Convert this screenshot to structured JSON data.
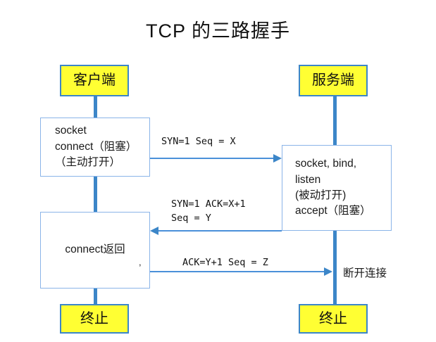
{
  "title": "TCP 的三路握手",
  "colors": {
    "accent_blue": "#3c86c8",
    "line_blue": "#4a90d9",
    "box_border": "#8ab4e8",
    "highlight_yellow": "#ffff33",
    "text": "#111111"
  },
  "client": {
    "header_label": "客户端",
    "state_1": "socket\nconnect（阻塞）\n（主动打开）",
    "state_2": "connect返回",
    "state_2_mark": ",",
    "footer_label": "终止"
  },
  "server": {
    "header_label": "服务端",
    "state_1": "socket, bind,\nlisten\n(被动打开)\naccept（阻塞）",
    "footer_label": "终止"
  },
  "messages": [
    {
      "id": "syn",
      "text": "SYN=1  Seq = X",
      "direction": "right"
    },
    {
      "id": "syn-ack",
      "text": "SYN=1  ACK=X+1\nSeq = Y",
      "direction": "left"
    },
    {
      "id": "ack",
      "text": "ACK=Y+1  Seq = Z",
      "direction": "right"
    }
  ],
  "annotations": {
    "disconnect": "断开连接"
  }
}
